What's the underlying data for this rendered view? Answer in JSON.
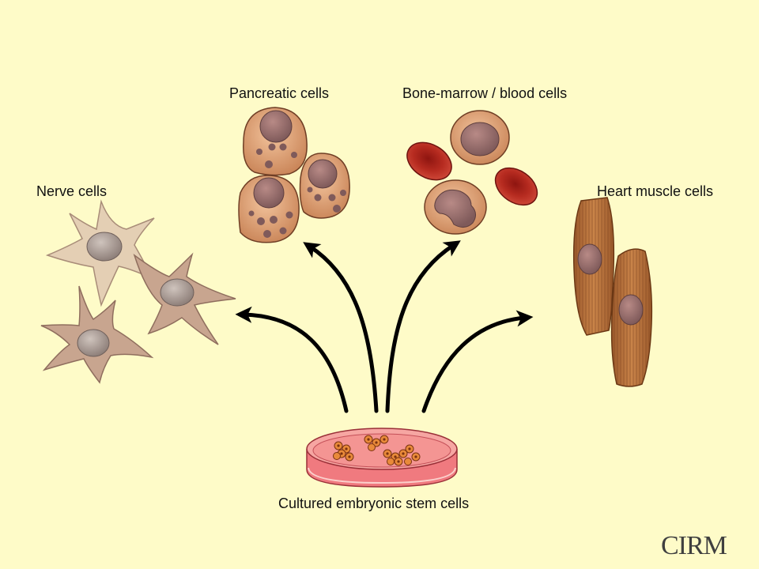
{
  "labels": {
    "nerve": "Nerve cells",
    "pancreatic": "Pancreatic cells",
    "bone_marrow": "Bone-marrow / blood cells",
    "heart": "Heart muscle cells",
    "stem": "Cultured embryonic stem cells"
  },
  "logo": "CIRM",
  "colors": {
    "background": "#fefbc8",
    "nerve_cell": "#e4cfb4",
    "nerve_cell_dark": "#c8a58f",
    "pancreatic_cell": "#d89b72",
    "red_blood_cell": "#b3261e",
    "muscle_cell": "#b8703e",
    "dish_medium": "#f07a7f",
    "arrow": "#000000"
  }
}
